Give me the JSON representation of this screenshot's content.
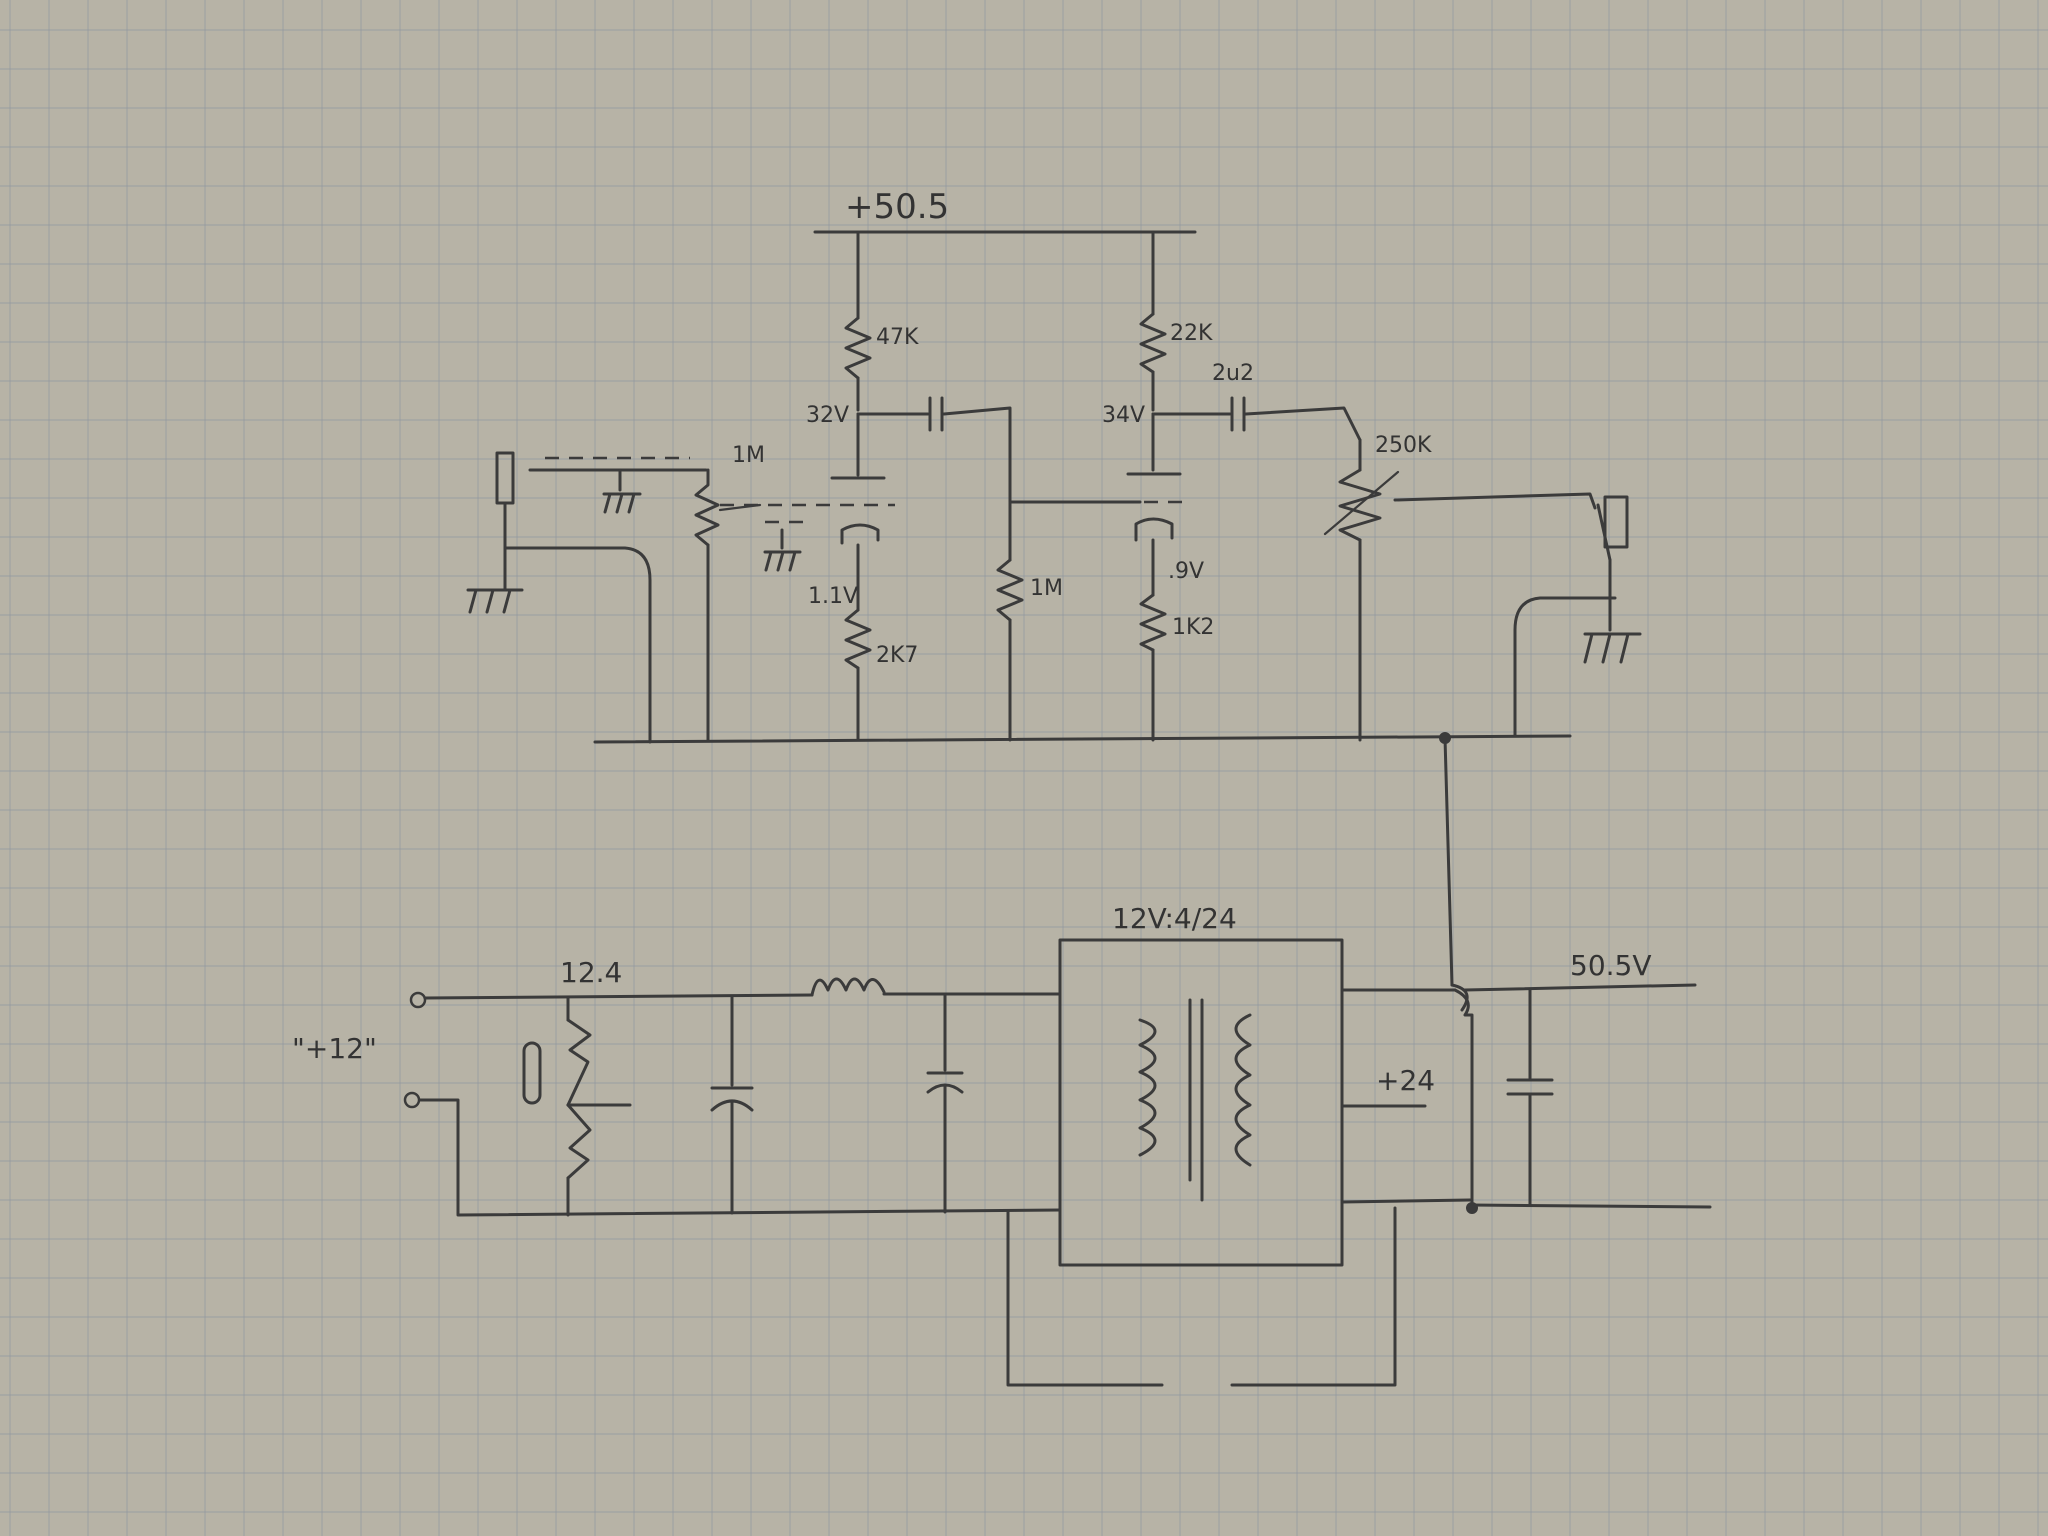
{
  "labels": {
    "supply_rail": "+50.5",
    "r1": "47K",
    "r2": "22K",
    "c_coupling_2": "2u2",
    "pot_out": "250K",
    "node_v1": "32V",
    "node_v2": "34V",
    "pot_in": "1M",
    "cathode_v1": "1.1V",
    "r_cathode_1": "2K7",
    "r_grid": "1M",
    "cathode_v2": ".9V",
    "r_cathode_2": "1K2",
    "input_voltage": "12.4",
    "input_terminal": "\"+12\"",
    "transformer": "12V:4/24",
    "secondary_tap": "+24",
    "output_voltage": "50.5V"
  },
  "colors": {
    "paper": "#b7b3a6",
    "grid": "#8f97a0",
    "pencil": "#3b3b3b"
  }
}
